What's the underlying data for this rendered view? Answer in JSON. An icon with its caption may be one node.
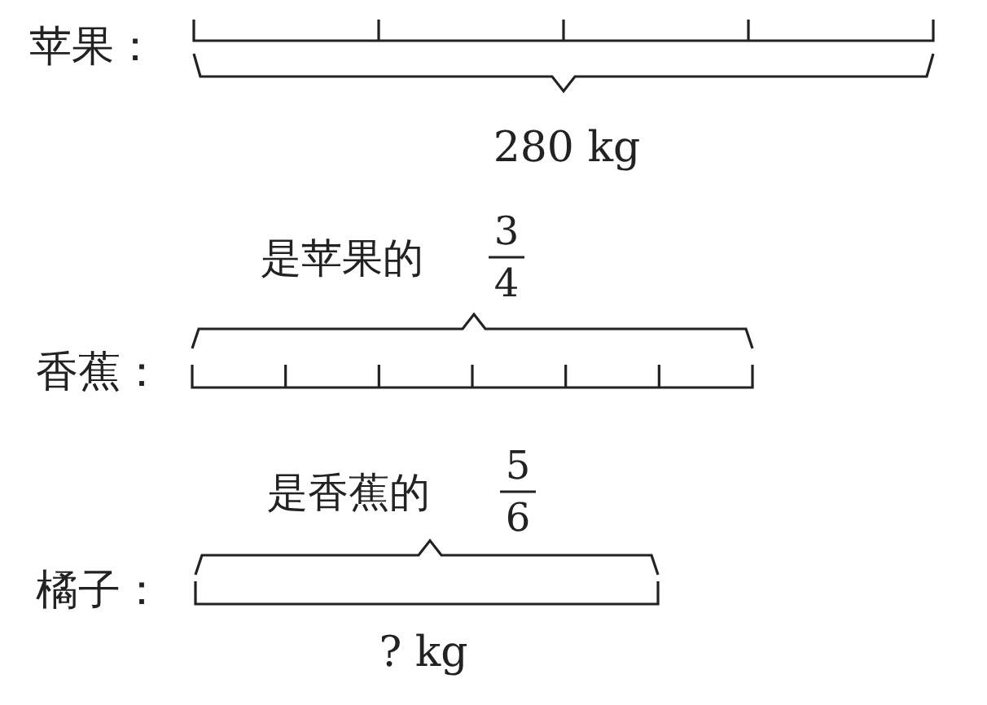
{
  "diagram": {
    "labels": [
      "苹果：",
      "280 kg",
      "是苹果的",
      "3",
      "4",
      "香蕉：",
      "是香蕉的",
      "5",
      "6",
      "橘子：",
      "? kg"
    ]
  }
}
